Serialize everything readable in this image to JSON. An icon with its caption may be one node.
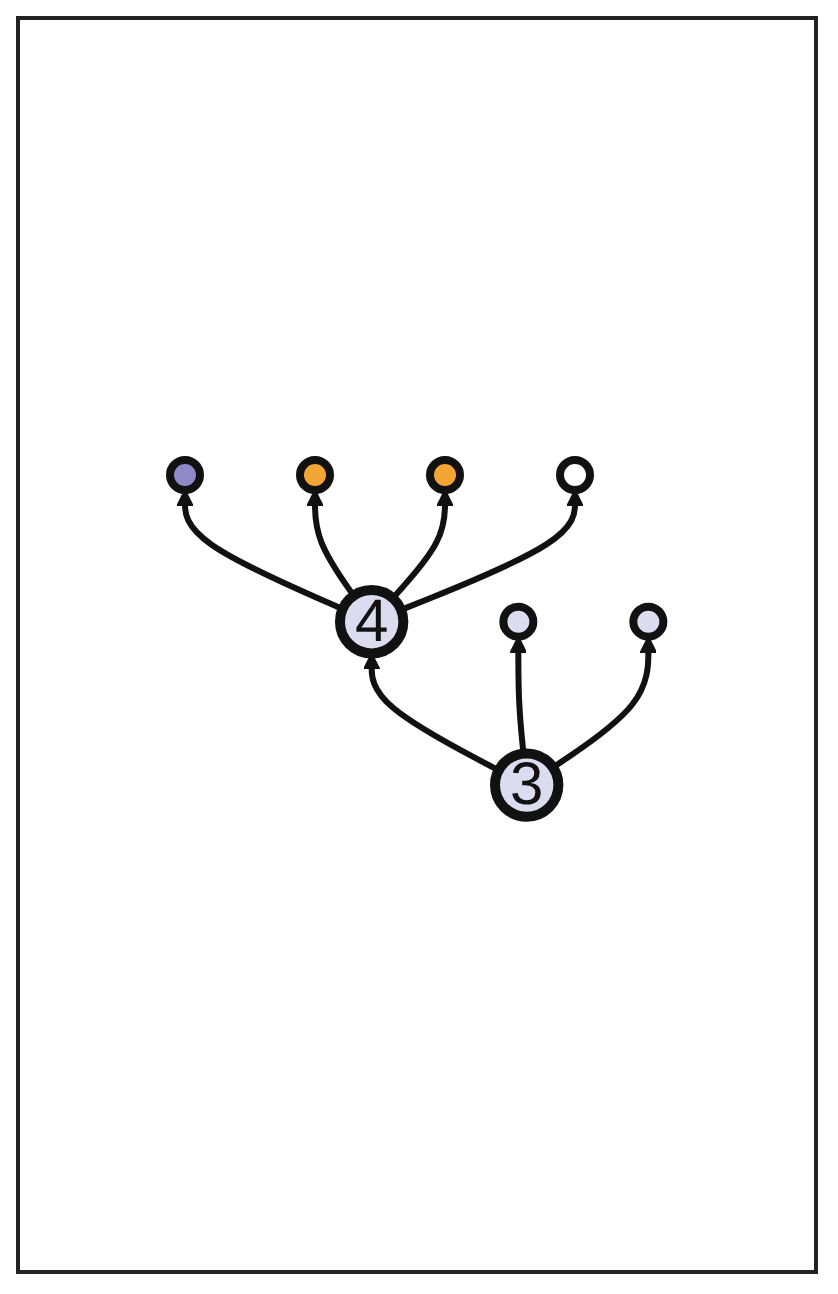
{
  "diagram": {
    "nodes": [
      {
        "text": [],
        "shape": "circle"
      },
      {
        "text": [],
        "shape": "circle"
      },
      {
        "text": [],
        "shape": "circle"
      },
      {
        "text": [
          "4"
        ]
      },
      {
        "text": [],
        "shape": "circle"
      },
      {
        "text": [
          "3"
        ]
      },
      {
        "text": [],
        "shape": "circle"
      },
      {
        "text": [],
        "shape": "circle"
      }
    ],
    "edges": [
      {
        "from": 3,
        "to": 0,
        "arrow": "to"
      },
      {
        "from": 3,
        "to": 1,
        "arrow": "to"
      },
      {
        "from": 3,
        "to": 2,
        "arrow": "to"
      },
      {
        "from": 3,
        "to": 4,
        "arrow": "to"
      },
      {
        "from": 5,
        "to": 3,
        "arrow": "to"
      },
      {
        "from": 5,
        "to": 7,
        "arrow": "to"
      },
      {
        "from": 5,
        "to": 6,
        "arrow": "to"
      }
    ]
  }
}
